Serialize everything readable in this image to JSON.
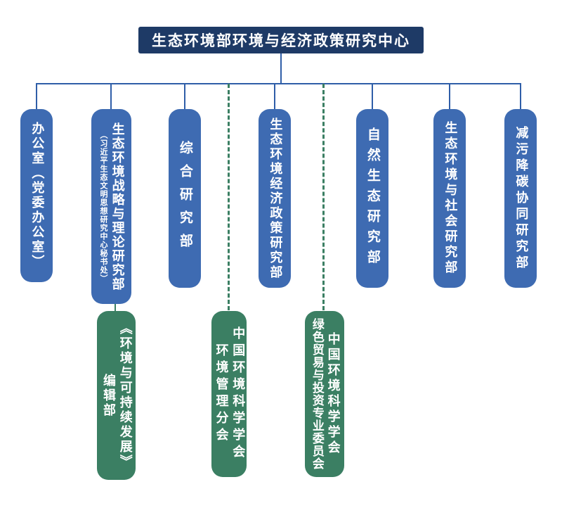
{
  "root": {
    "title": "生态环境部环境与经济政策研究中心"
  },
  "departments": [
    {
      "label": "办公室（党委办公室）"
    },
    {
      "label": "生态环境战略与理论研究部",
      "sublabel": "（习近平生态文明思想研究中心秘书处）"
    },
    {
      "label": "综合研究部"
    },
    {
      "label": "生态环境经济政策研究部"
    },
    {
      "label": "自然生态研究部"
    },
    {
      "label": "生态环境与社会研究部"
    },
    {
      "label": "减污降碳协同研究部"
    }
  ],
  "affiliates": [
    {
      "label": "《环境与可持续发展》",
      "sublabel": "编辑部",
      "link_style": "solid"
    },
    {
      "label": "中国环境科学学会",
      "sublabel": "环境管理分会",
      "link_style": "dashed"
    },
    {
      "label": "中国环境科学学会",
      "sublabel": "绿色贸易与投资专业委员会",
      "link_style": "dashed"
    }
  ],
  "colors": {
    "root_bg": "#1E3A66",
    "dept_bg": "#3E6BB2",
    "affiliate_bg": "#3B7F63",
    "connector": "#2F5EA8",
    "dashed_connector": "#3B7F63",
    "text": "#FFFFFF",
    "background": "#FFFFFF"
  }
}
